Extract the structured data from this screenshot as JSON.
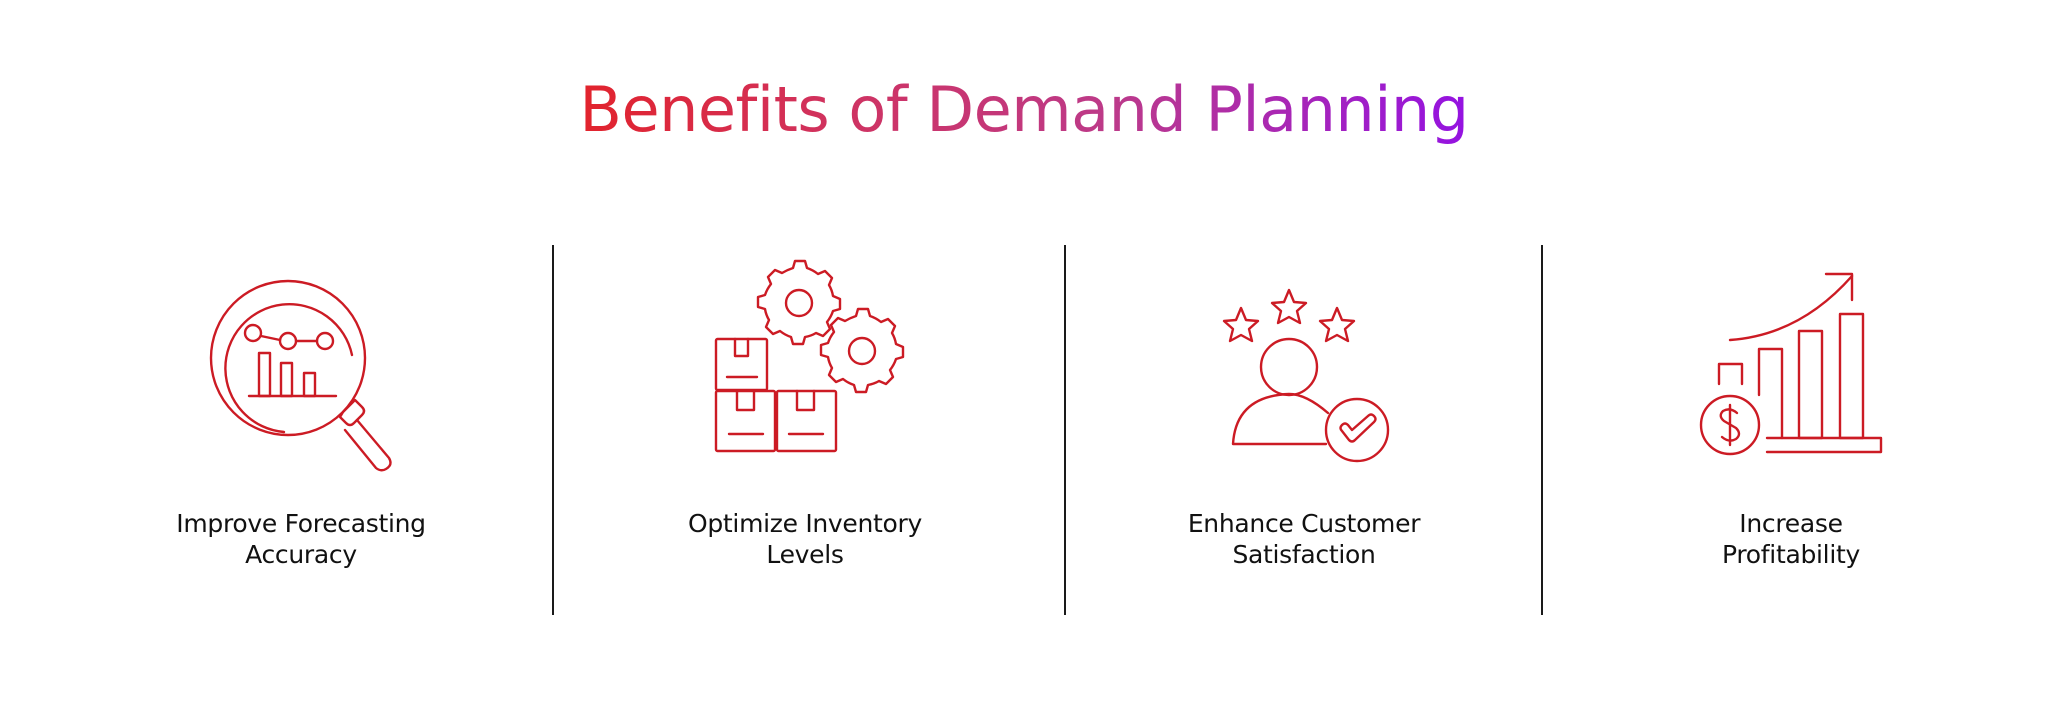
{
  "title": "Benefits of Demand Planning",
  "colors": {
    "title_gradient_start": "#E2232C",
    "title_gradient_end": "#9412E2",
    "icon_stroke": "#CC1B24",
    "divider": "#1a1a1a",
    "label_text": "#111111",
    "background": "#ffffff"
  },
  "benefits": [
    {
      "icon": "magnifier-chart-icon",
      "label_line1": "Improve Forecasting",
      "label_line2": "Accuracy"
    },
    {
      "icon": "boxes-gears-icon",
      "label_line1": "Optimize Inventory",
      "label_line2": "Levels"
    },
    {
      "icon": "customer-rating-check-icon",
      "label_line1": "Enhance Customer",
      "label_line2": "Satisfaction"
    },
    {
      "icon": "growth-chart-dollar-icon",
      "label_line1": "Increase",
      "label_line2": "Profitability"
    }
  ]
}
